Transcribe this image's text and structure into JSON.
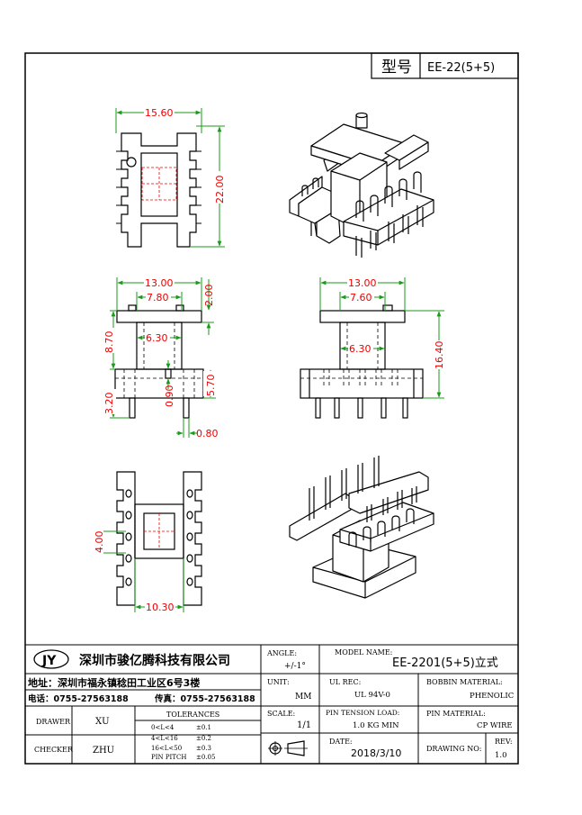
{
  "title_block": {
    "type_label": "型号",
    "model_code": "EE-22(5+5)",
    "logo_text": "JY",
    "company_name": "深圳市骏亿腾科技有限公司",
    "address": "地址：深圳市福永镇稔田工业区6号3楼",
    "phone": "电话：0755-27563188",
    "fax": "传真：0755-27563188",
    "angle_label": "ANGLE:",
    "angle_value": "+/-1°",
    "model_name_label": "MODEL NAME:",
    "model_name_value": "EE-2201(5+5)立式",
    "unit_label": "UNIT:",
    "unit_value": "MM",
    "ul_rec_label": "UL REC:",
    "ul_rec_value": "UL 94V-0",
    "bobbin_material_label": "BOBBIN MATERIAL:",
    "bobbin_material_value": "PHENOLIC",
    "drawer_label": "DRAWER",
    "drawer_value": "XU",
    "checker_label": "CHECKER",
    "checker_value": "ZHU",
    "tolerances_label": "TOLERANCES",
    "tolerances": [
      {
        "range": "0<L<4",
        "value": "±0.1"
      },
      {
        "range": "4<L<16",
        "value": "±0.2"
      },
      {
        "range": "16<L<50",
        "value": "±0.3"
      },
      {
        "range": "PIN PITCH",
        "value": "±0.05"
      }
    ],
    "scale_label": "SCALE:",
    "scale_value": "1/1",
    "pin_tension_label": "PIN TENSION LOAD:",
    "pin_tension_value": "1.0 KG MIN",
    "pin_material_label": "PIN MATERIAL:",
    "pin_material_value": "CP WIRE",
    "date_label": "DATE:",
    "date_value": "2018/3/10",
    "drawing_no_label": "DRAWING NO:",
    "rev_label": "REV:",
    "rev_value": "1.0"
  },
  "dimensions": {
    "top_width": "15.60",
    "top_height": "22.00",
    "front_width": "13.00",
    "front_inner": "7.80",
    "front_flange": "2.00",
    "front_core": "6.30",
    "front_upper": "8.70",
    "front_pin": "3.20",
    "front_gap": "0.90",
    "front_base": "5.70",
    "pin_dia": "0.80",
    "side_width": "13.00",
    "side_inner": "7.60",
    "side_core": "6.30",
    "side_height": "16.40",
    "bottom_pitch": "4.00",
    "bottom_width": "10.30"
  }
}
